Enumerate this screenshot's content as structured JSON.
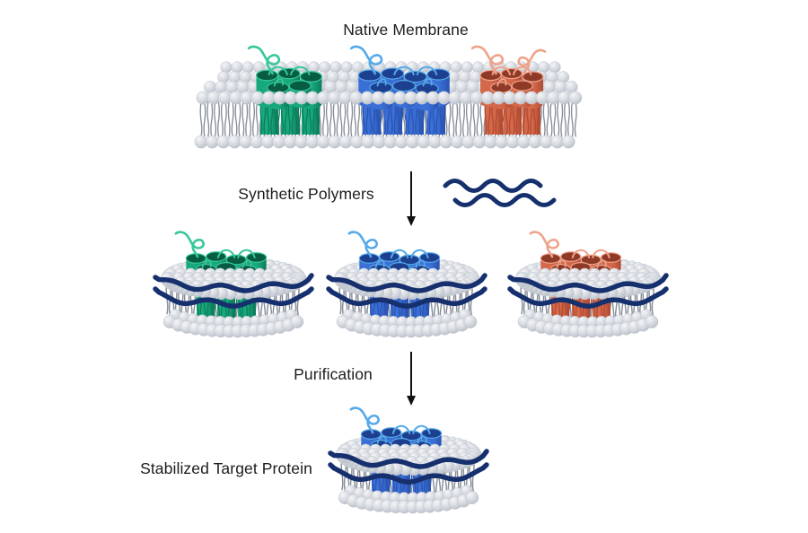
{
  "title": "Native Membrane",
  "steps": {
    "polymers_label": "Synthetic Polymers",
    "purification_label": "Purification",
    "result_label": "Stabilized Target Protein"
  },
  "colors": {
    "background": "#ffffff",
    "text": "#1c1c1c",
    "arrow": "#111111",
    "polymer": "#16306e",
    "lipid_head": "#d6dae0",
    "lipid_head_hi": "#f4f5f7",
    "lipid_head_lo": "#b7bdc7",
    "lipid_outline": "#c2c7d0",
    "lipid_tail": "#878e9a",
    "proteins": {
      "green": {
        "main": "#17a87c",
        "dark": "#0d7b59",
        "deep": "#075c42",
        "squiggle": "#35c79b"
      },
      "blue": {
        "main": "#3a6fd6",
        "dark": "#2a53b0",
        "deep": "#1d3f8f",
        "squiggle": "#55a9e9"
      },
      "orange": {
        "main": "#d4684a",
        "dark": "#b04a31",
        "deep": "#8f3a26",
        "squiggle": "#efa28b"
      }
    }
  },
  "diagram": {
    "membrane_proteins": [
      "green",
      "blue",
      "orange"
    ],
    "nanodiscs": [
      "green",
      "blue",
      "orange"
    ],
    "final_nanodisc": "blue"
  }
}
